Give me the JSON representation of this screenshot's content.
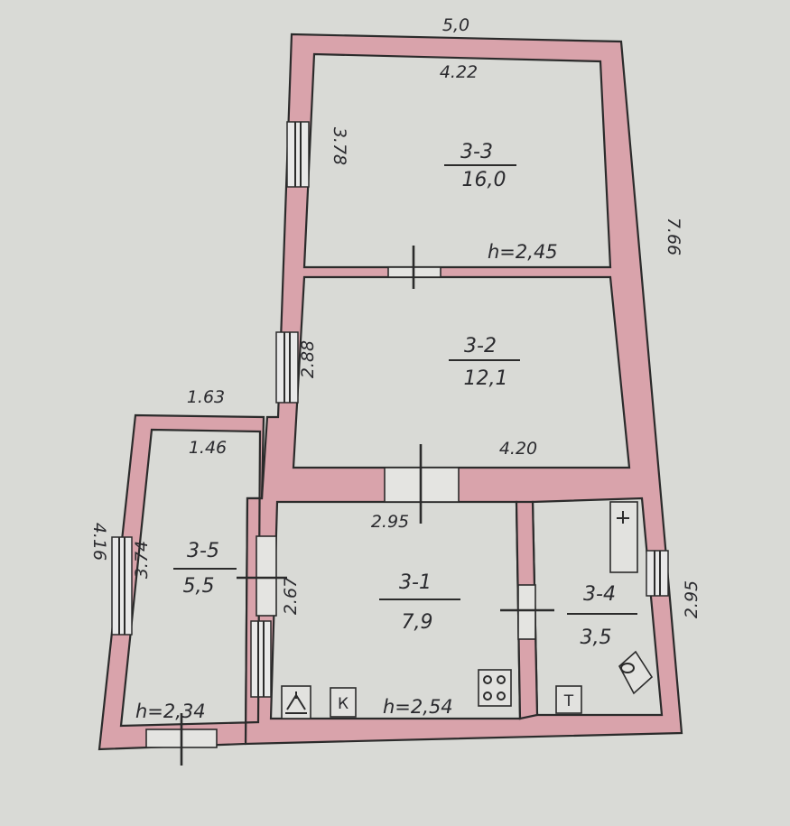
{
  "plan": {
    "overall_width": "5,0",
    "rooms": [
      {
        "id": "3-3",
        "area": "16,0"
      },
      {
        "id": "3-2",
        "area": "12,1"
      },
      {
        "id": "3-1",
        "area": "7,9"
      },
      {
        "id": "3-4",
        "area": "3,5"
      },
      {
        "id": "3-5",
        "area": "5,5"
      }
    ],
    "heights": {
      "upper": "h=2,45",
      "main": "h=2,54",
      "annex": "h=2,34"
    },
    "dimensions": {
      "room33_width": "4.22",
      "room33_depth": "3.78",
      "room32_depth": "2.88",
      "room32_width": "4.20",
      "right_total": "7.66",
      "annex_outer_width": "1.63",
      "annex_inner_width": "1.46",
      "annex_outer_depth": "4.16",
      "annex_inner_depth": "3.74",
      "room31_width": "2.95",
      "room31_depth": "2.67",
      "room34_depth": "2.95"
    },
    "fixtures": {
      "kitchen_label": "К",
      "toilet_label": "Т"
    }
  }
}
